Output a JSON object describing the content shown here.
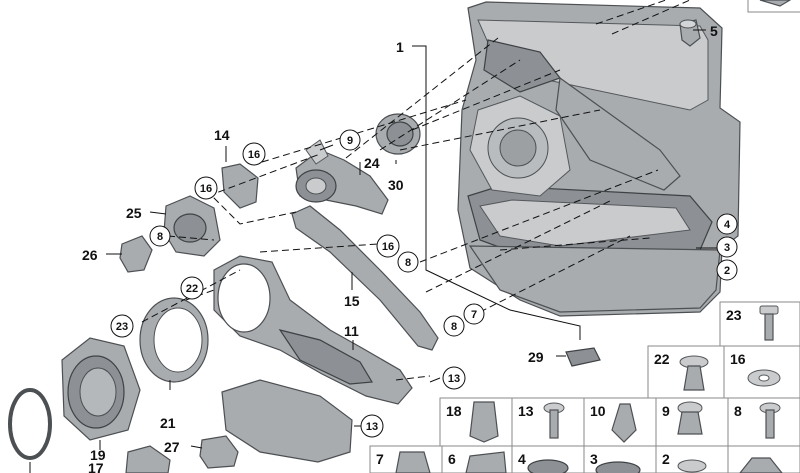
{
  "diagram": {
    "labels": {
      "l1": "1",
      "l5": "5",
      "l14": "14",
      "l16a": "16",
      "l9": "9",
      "l24": "24",
      "l30": "30",
      "l25": "25",
      "l16b": "16",
      "l8a": "8",
      "l26": "26",
      "l16c": "16",
      "l8b": "8",
      "l15": "15",
      "l22": "22",
      "l23": "23",
      "l11": "11",
      "l8c": "8",
      "l7a": "7",
      "l4": "4",
      "l3": "3",
      "l2": "2",
      "l29": "29",
      "l13a": "13",
      "l13b": "13",
      "l21": "21",
      "l19": "19",
      "l27": "27",
      "l17": "17"
    },
    "grid": {
      "g23": "23",
      "g22": "22",
      "g16": "16",
      "g18": "18",
      "g13": "13",
      "g10": "10",
      "g9": "9",
      "g8": "8",
      "g7": "7",
      "g6": "6",
      "g4": "4",
      "g3": "3",
      "g2": "2"
    }
  }
}
